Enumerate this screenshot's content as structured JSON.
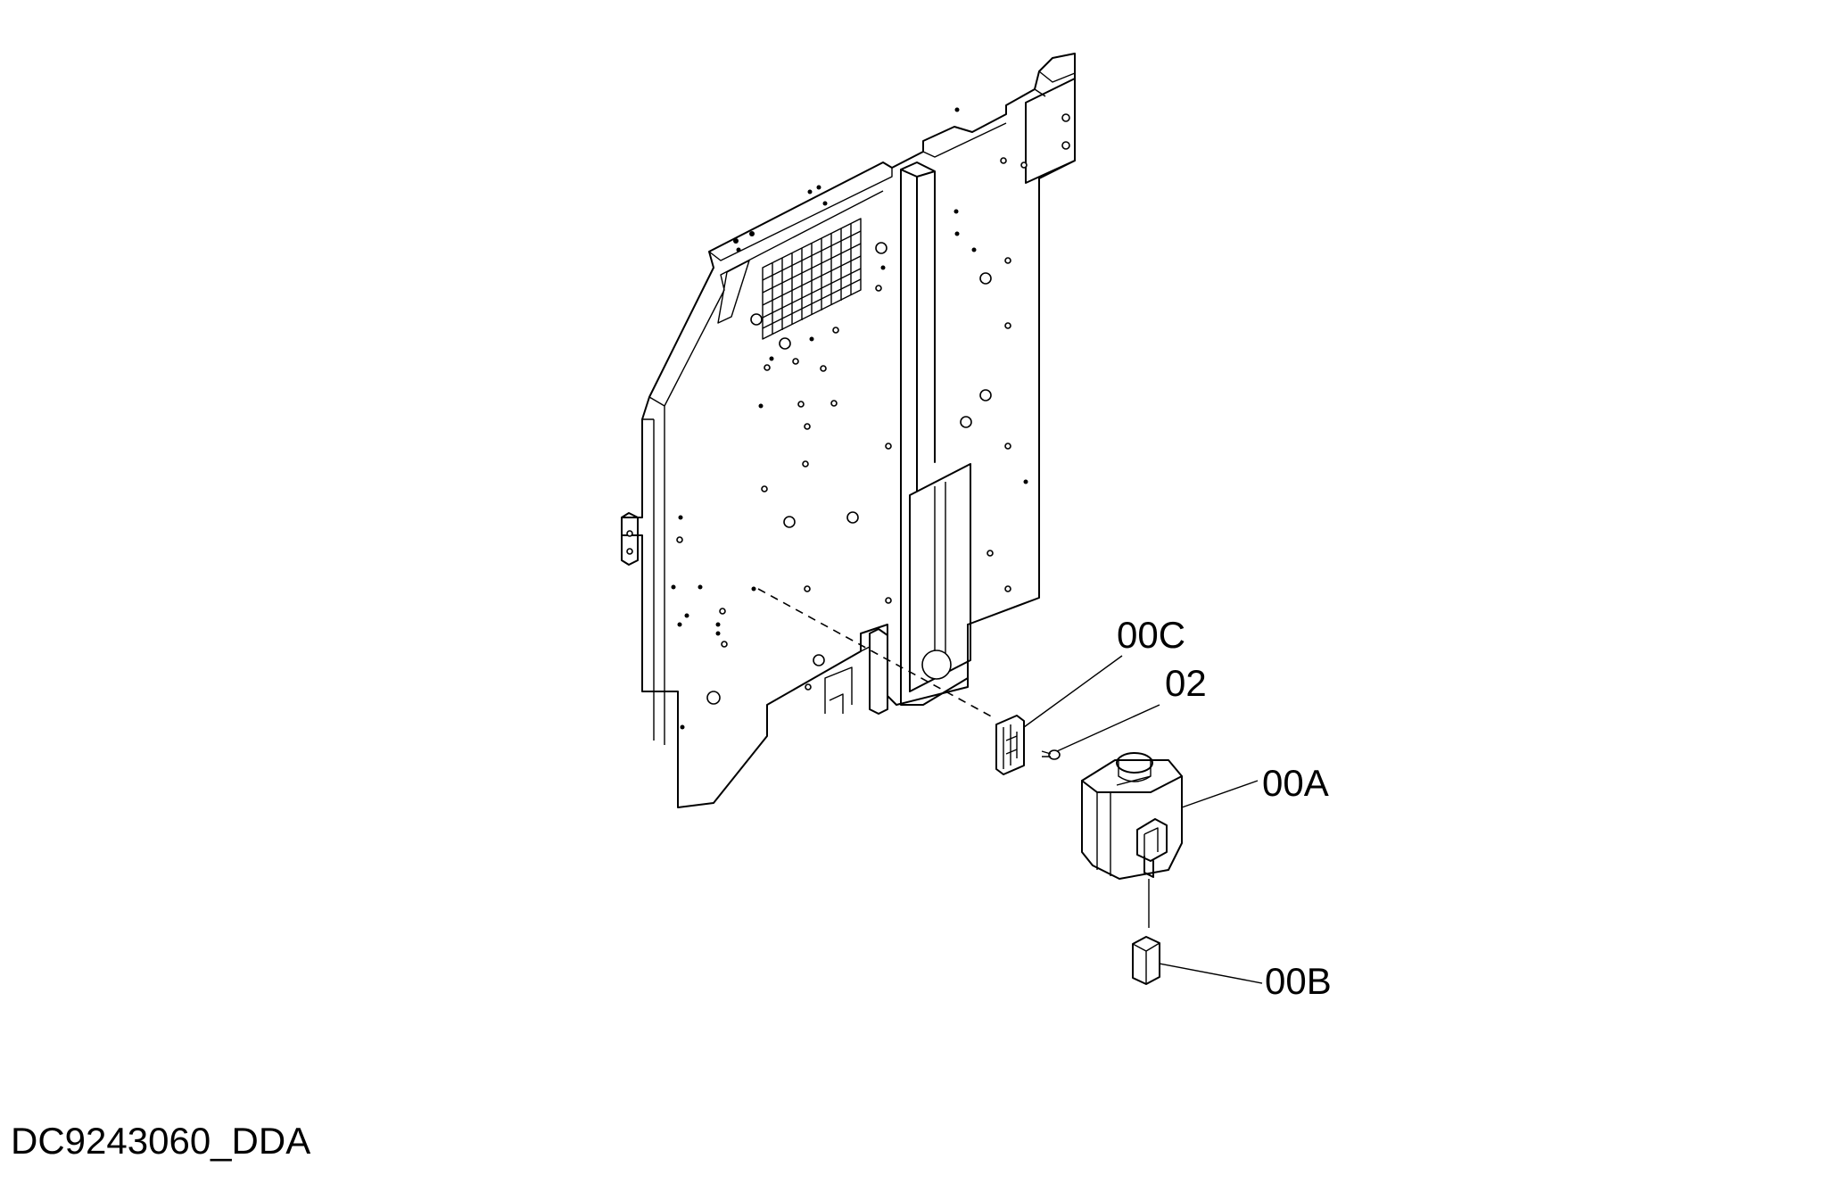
{
  "drawing": {
    "code": "DC9243060_DDA",
    "callouts": {
      "c00C": "00C",
      "c02": "02",
      "c00A": "00A",
      "c00B": "00B"
    }
  }
}
